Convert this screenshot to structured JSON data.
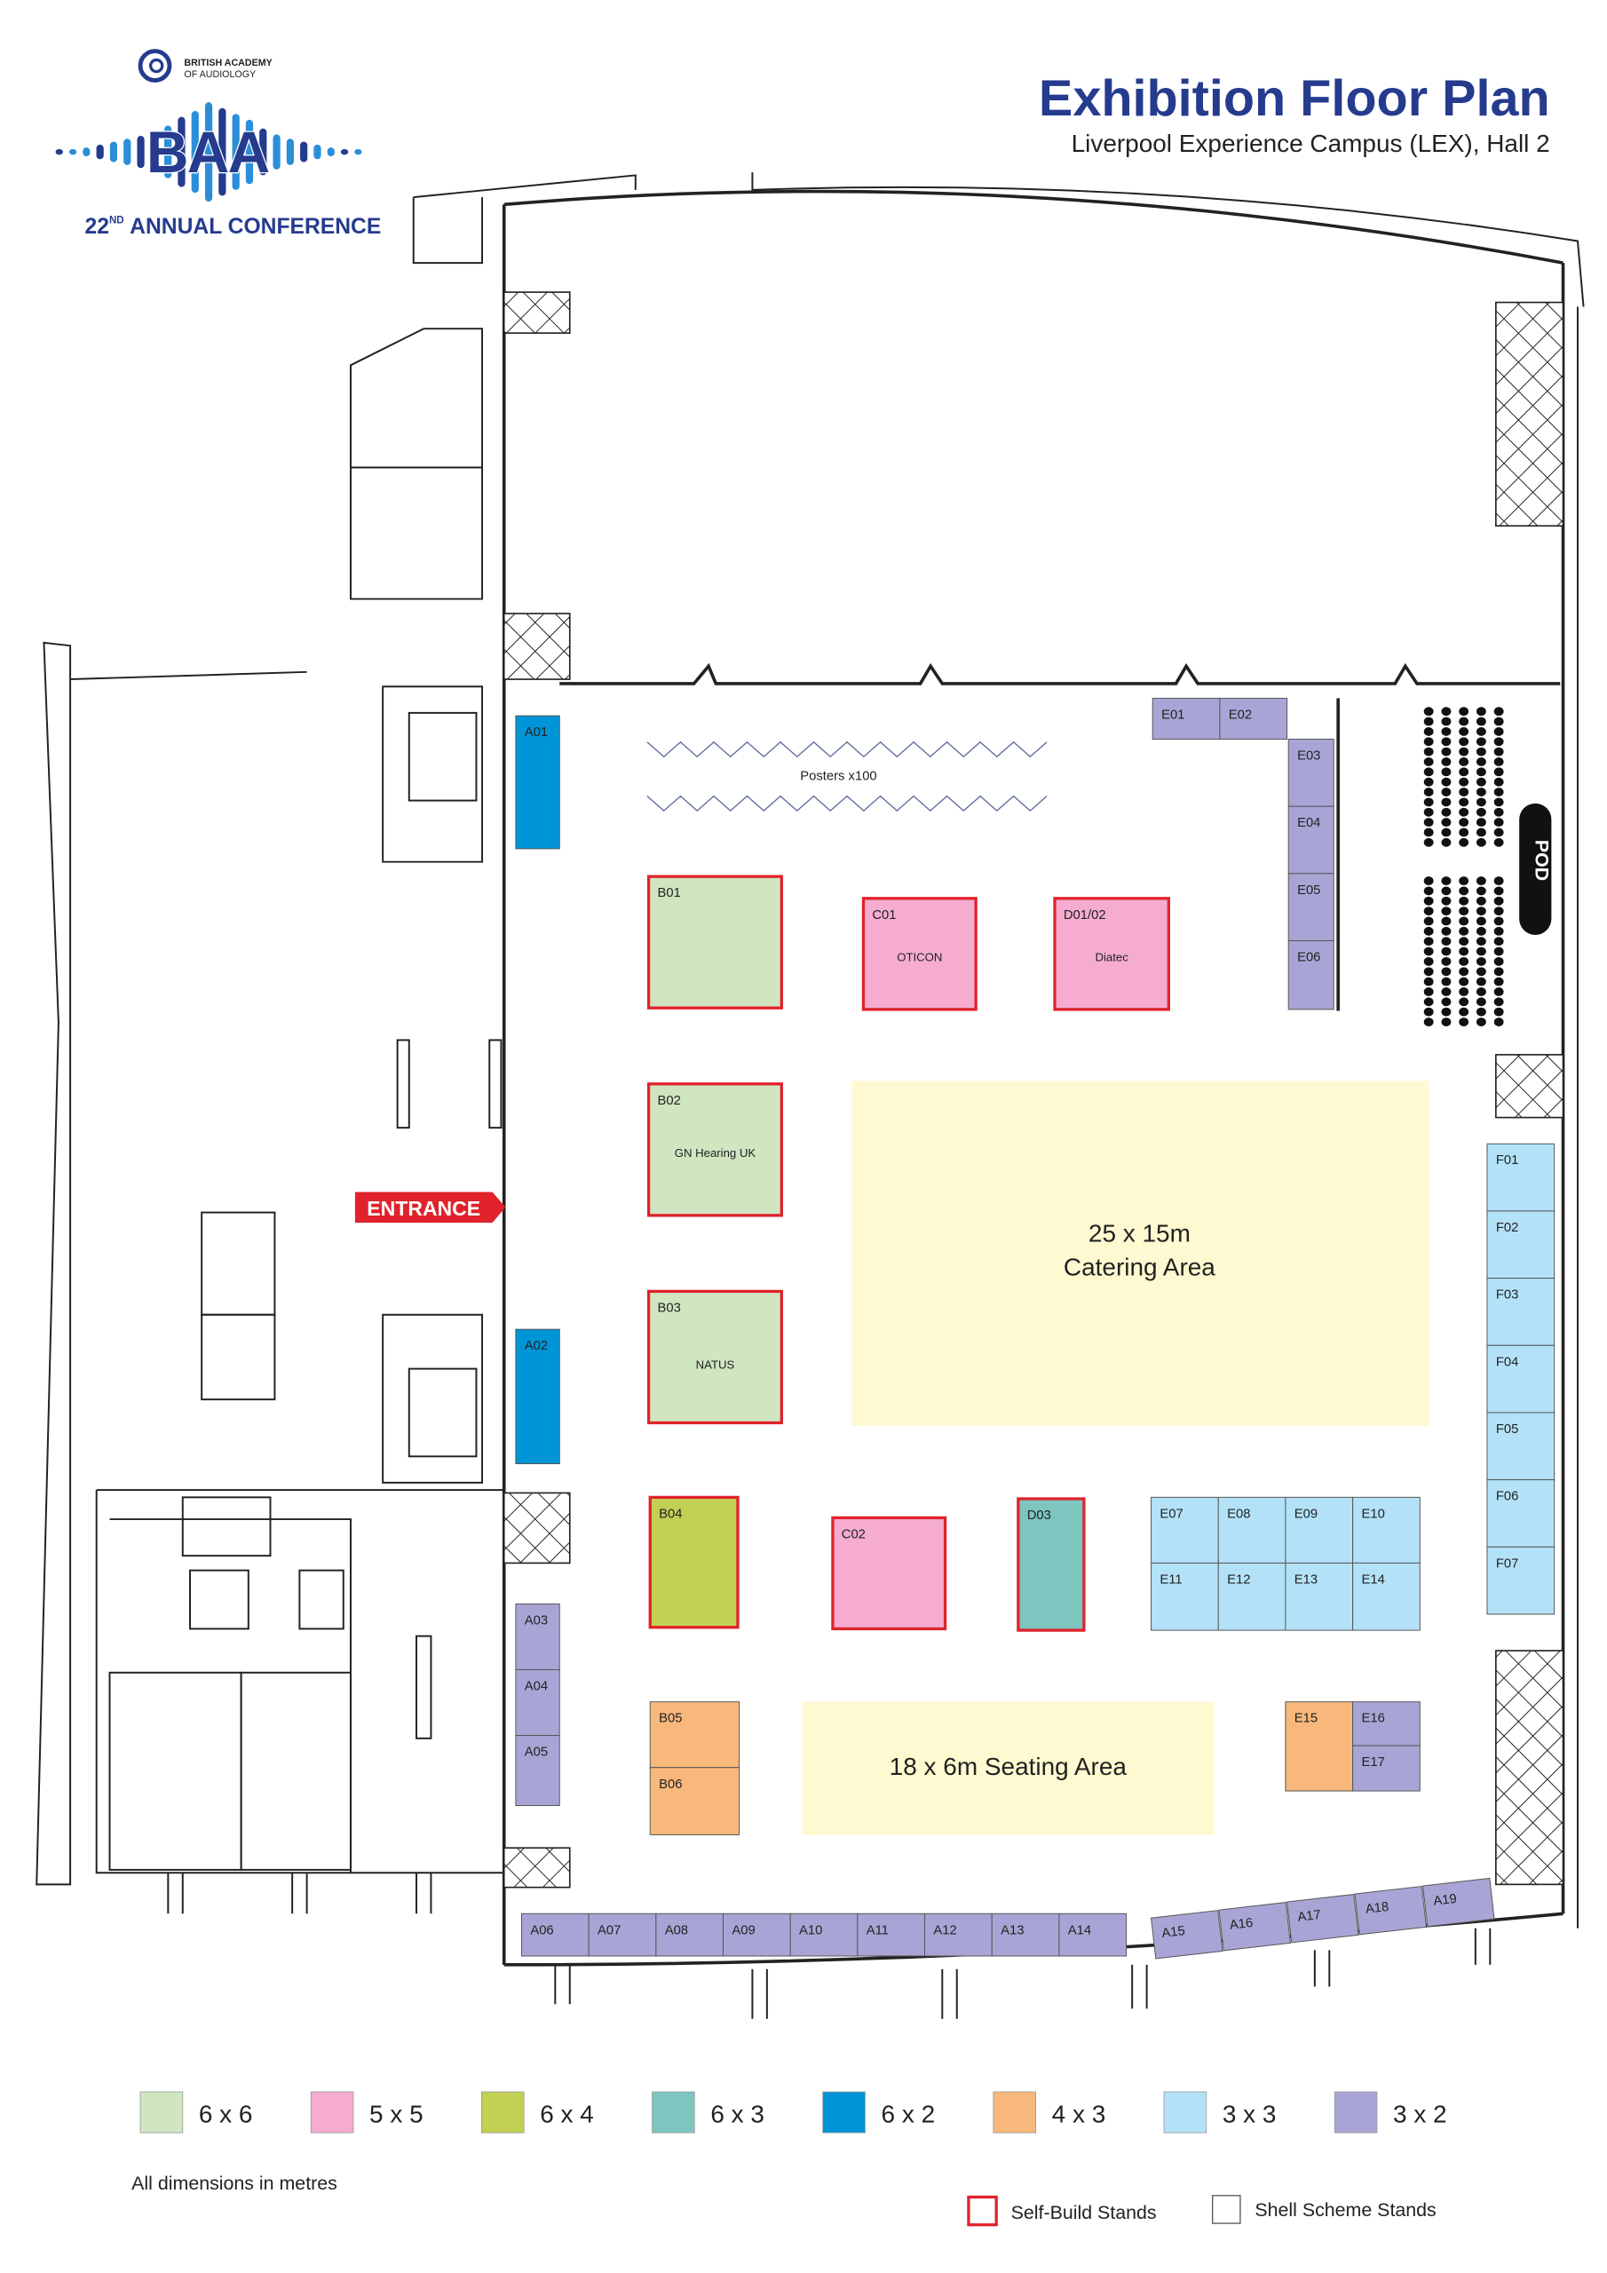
{
  "header": {
    "title": "Exhibition Floor Plan",
    "subtitle": "Liverpool Experience Campus (LEX), Hall 2"
  },
  "logo": {
    "org_line1": "BRITISH ACADEMY",
    "org_line2": "OF AUDIOLOGY",
    "mark": "BAA",
    "conference_num": "22",
    "conference_sup": "ND",
    "conference_text": "ANNUAL CONFERENCE"
  },
  "colors": {
    "title": "#253b8e",
    "self_build_border": "#e0222b",
    "entrance": "#e0222b"
  },
  "areas": {
    "posters": "Posters x100",
    "catering_line1": "25 x 15m",
    "catering_line2": "Catering Area",
    "seating": "18 x 6m Seating Area",
    "pod": "POD",
    "entrance": "ENTRANCE"
  },
  "sizes": [
    {
      "key": "6x6",
      "label": "6 x 6",
      "color": "#cfe6c1"
    },
    {
      "key": "5x5",
      "label": "5 x 5",
      "color": "#f5acd0"
    },
    {
      "key": "6x4",
      "label": "6 x 4",
      "color": "#c2d153"
    },
    {
      "key": "6x3",
      "label": "6 x 3",
      "color": "#7cc6bf"
    },
    {
      "key": "6x2",
      "label": "6 x 2",
      "color": "#0095d6"
    },
    {
      "key": "4x3",
      "label": "4 x 3",
      "color": "#f8b87c"
    },
    {
      "key": "3x3",
      "label": "3 x 3",
      "color": "#b3e2f8"
    },
    {
      "key": "3x2",
      "label": "3 x 2",
      "color": "#a8a5d6"
    }
  ],
  "legend": {
    "note": "All dimensions in metres",
    "self_build": "Self-Build Stands",
    "shell_scheme": "Shell Scheme Stands"
  },
  "stands": [
    {
      "id": "A01",
      "size": "6x2"
    },
    {
      "id": "A02",
      "size": "6x2"
    },
    {
      "id": "A03",
      "size": "3x2"
    },
    {
      "id": "A04",
      "size": "3x2"
    },
    {
      "id": "A05",
      "size": "3x2"
    },
    {
      "id": "A06",
      "size": "3x2"
    },
    {
      "id": "A07",
      "size": "3x2"
    },
    {
      "id": "A08",
      "size": "3x2"
    },
    {
      "id": "A09",
      "size": "3x2"
    },
    {
      "id": "A10",
      "size": "3x2"
    },
    {
      "id": "A11",
      "size": "3x2"
    },
    {
      "id": "A12",
      "size": "3x2"
    },
    {
      "id": "A13",
      "size": "3x2"
    },
    {
      "id": "A14",
      "size": "3x2"
    },
    {
      "id": "A15",
      "size": "3x2"
    },
    {
      "id": "A16",
      "size": "3x2"
    },
    {
      "id": "A17",
      "size": "3x2"
    },
    {
      "id": "A18",
      "size": "3x2"
    },
    {
      "id": "A19",
      "size": "3x2"
    },
    {
      "id": "B01",
      "size": "6x6",
      "self_build": true
    },
    {
      "id": "B02",
      "size": "6x6",
      "self_build": true,
      "exhibitor": "GN Hearing UK"
    },
    {
      "id": "B03",
      "size": "6x6",
      "self_build": true,
      "exhibitor": "NATUS"
    },
    {
      "id": "B04",
      "size": "6x4",
      "self_build": true
    },
    {
      "id": "B05",
      "size": "4x3"
    },
    {
      "id": "B06",
      "size": "4x3"
    },
    {
      "id": "C01",
      "size": "5x5",
      "self_build": true,
      "exhibitor": "OTICON"
    },
    {
      "id": "D01/02",
      "size": "5x5",
      "self_build": true,
      "exhibitor": "Diatec"
    },
    {
      "id": "C02",
      "size": "5x5",
      "self_build": true
    },
    {
      "id": "D03",
      "size": "6x3",
      "self_build": true
    },
    {
      "id": "E01",
      "size": "3x2"
    },
    {
      "id": "E02",
      "size": "3x2"
    },
    {
      "id": "E03",
      "size": "3x2"
    },
    {
      "id": "E04",
      "size": "3x2"
    },
    {
      "id": "E05",
      "size": "3x2"
    },
    {
      "id": "E06",
      "size": "3x2"
    },
    {
      "id": "E07",
      "size": "3x3"
    },
    {
      "id": "E08",
      "size": "3x3"
    },
    {
      "id": "E09",
      "size": "3x3"
    },
    {
      "id": "E10",
      "size": "3x3"
    },
    {
      "id": "E11",
      "size": "3x3"
    },
    {
      "id": "E12",
      "size": "3x3"
    },
    {
      "id": "E13",
      "size": "3x3"
    },
    {
      "id": "E14",
      "size": "3x3"
    },
    {
      "id": "E15",
      "size": "4x3"
    },
    {
      "id": "E16",
      "size": "3x2"
    },
    {
      "id": "E17",
      "size": "3x2"
    },
    {
      "id": "F01",
      "size": "3x3"
    },
    {
      "id": "F02",
      "size": "3x3"
    },
    {
      "id": "F03",
      "size": "3x3"
    },
    {
      "id": "F04",
      "size": "3x3"
    },
    {
      "id": "F05",
      "size": "3x3"
    },
    {
      "id": "F06",
      "size": "3x3"
    },
    {
      "id": "F07",
      "size": "3x3"
    }
  ]
}
